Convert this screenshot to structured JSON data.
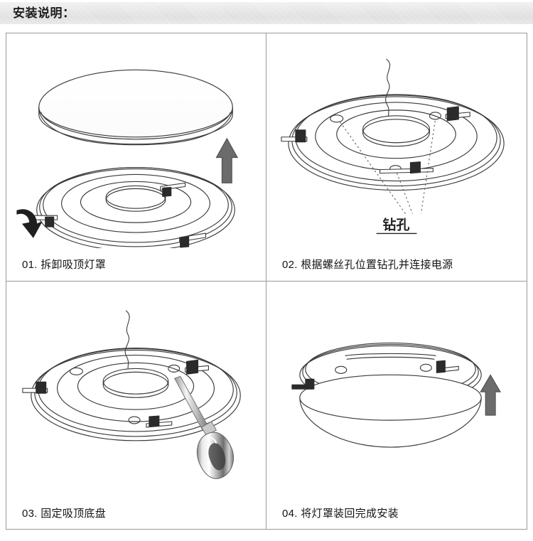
{
  "header": {
    "title": "安装说明："
  },
  "panels": [
    {
      "id": "step-01",
      "caption": "01. 拆卸吸顶灯罩",
      "number": "01",
      "figure_name": "remove-lamp-cover-diagram",
      "annotations": [],
      "arrows": [
        "up-arrow",
        "rotate-arrow"
      ],
      "parts": [
        "lamp-dome-cover",
        "base-plate",
        "clip-tab",
        "clip-tab",
        "clip-tab"
      ]
    },
    {
      "id": "step-02",
      "caption": "02. 根据螺丝孔位置钻孔并连接电源",
      "number": "02",
      "figure_name": "drill-holes-connect-power-diagram",
      "annotations": [
        "钻孔"
      ],
      "arrows": [],
      "parts": [
        "base-plate",
        "power-wire",
        "screw-hole",
        "screw-hole",
        "screw-hole",
        "clip-tab",
        "clip-tab",
        "clip-tab"
      ]
    },
    {
      "id": "step-03",
      "caption": "03. 固定吸顶底盘",
      "number": "03",
      "figure_name": "fix-base-plate-diagram",
      "annotations": [],
      "arrows": [],
      "parts": [
        "base-plate",
        "power-wire",
        "screwdriver",
        "screw-hole",
        "screw-hole",
        "screw-hole",
        "clip-tab",
        "clip-tab",
        "clip-tab"
      ]
    },
    {
      "id": "step-04",
      "caption": "04. 将灯罩装回完成安装",
      "number": "04",
      "figure_name": "reattach-cover-diagram",
      "annotations": [],
      "arrows": [
        "up-arrow"
      ],
      "parts": [
        "assembled-lamp",
        "lamp-dome-cover",
        "base-plate",
        "clip-tab",
        "clip-tab",
        "screw-hole",
        "screw-hole"
      ]
    }
  ],
  "colors": {
    "header_bg": "#e3e3e3",
    "border": "#9a9a9a",
    "line_art": "#3a3a3a",
    "arrow_fill": "#6b6b6b",
    "text": "#141414",
    "annotation_text": "#222222"
  }
}
